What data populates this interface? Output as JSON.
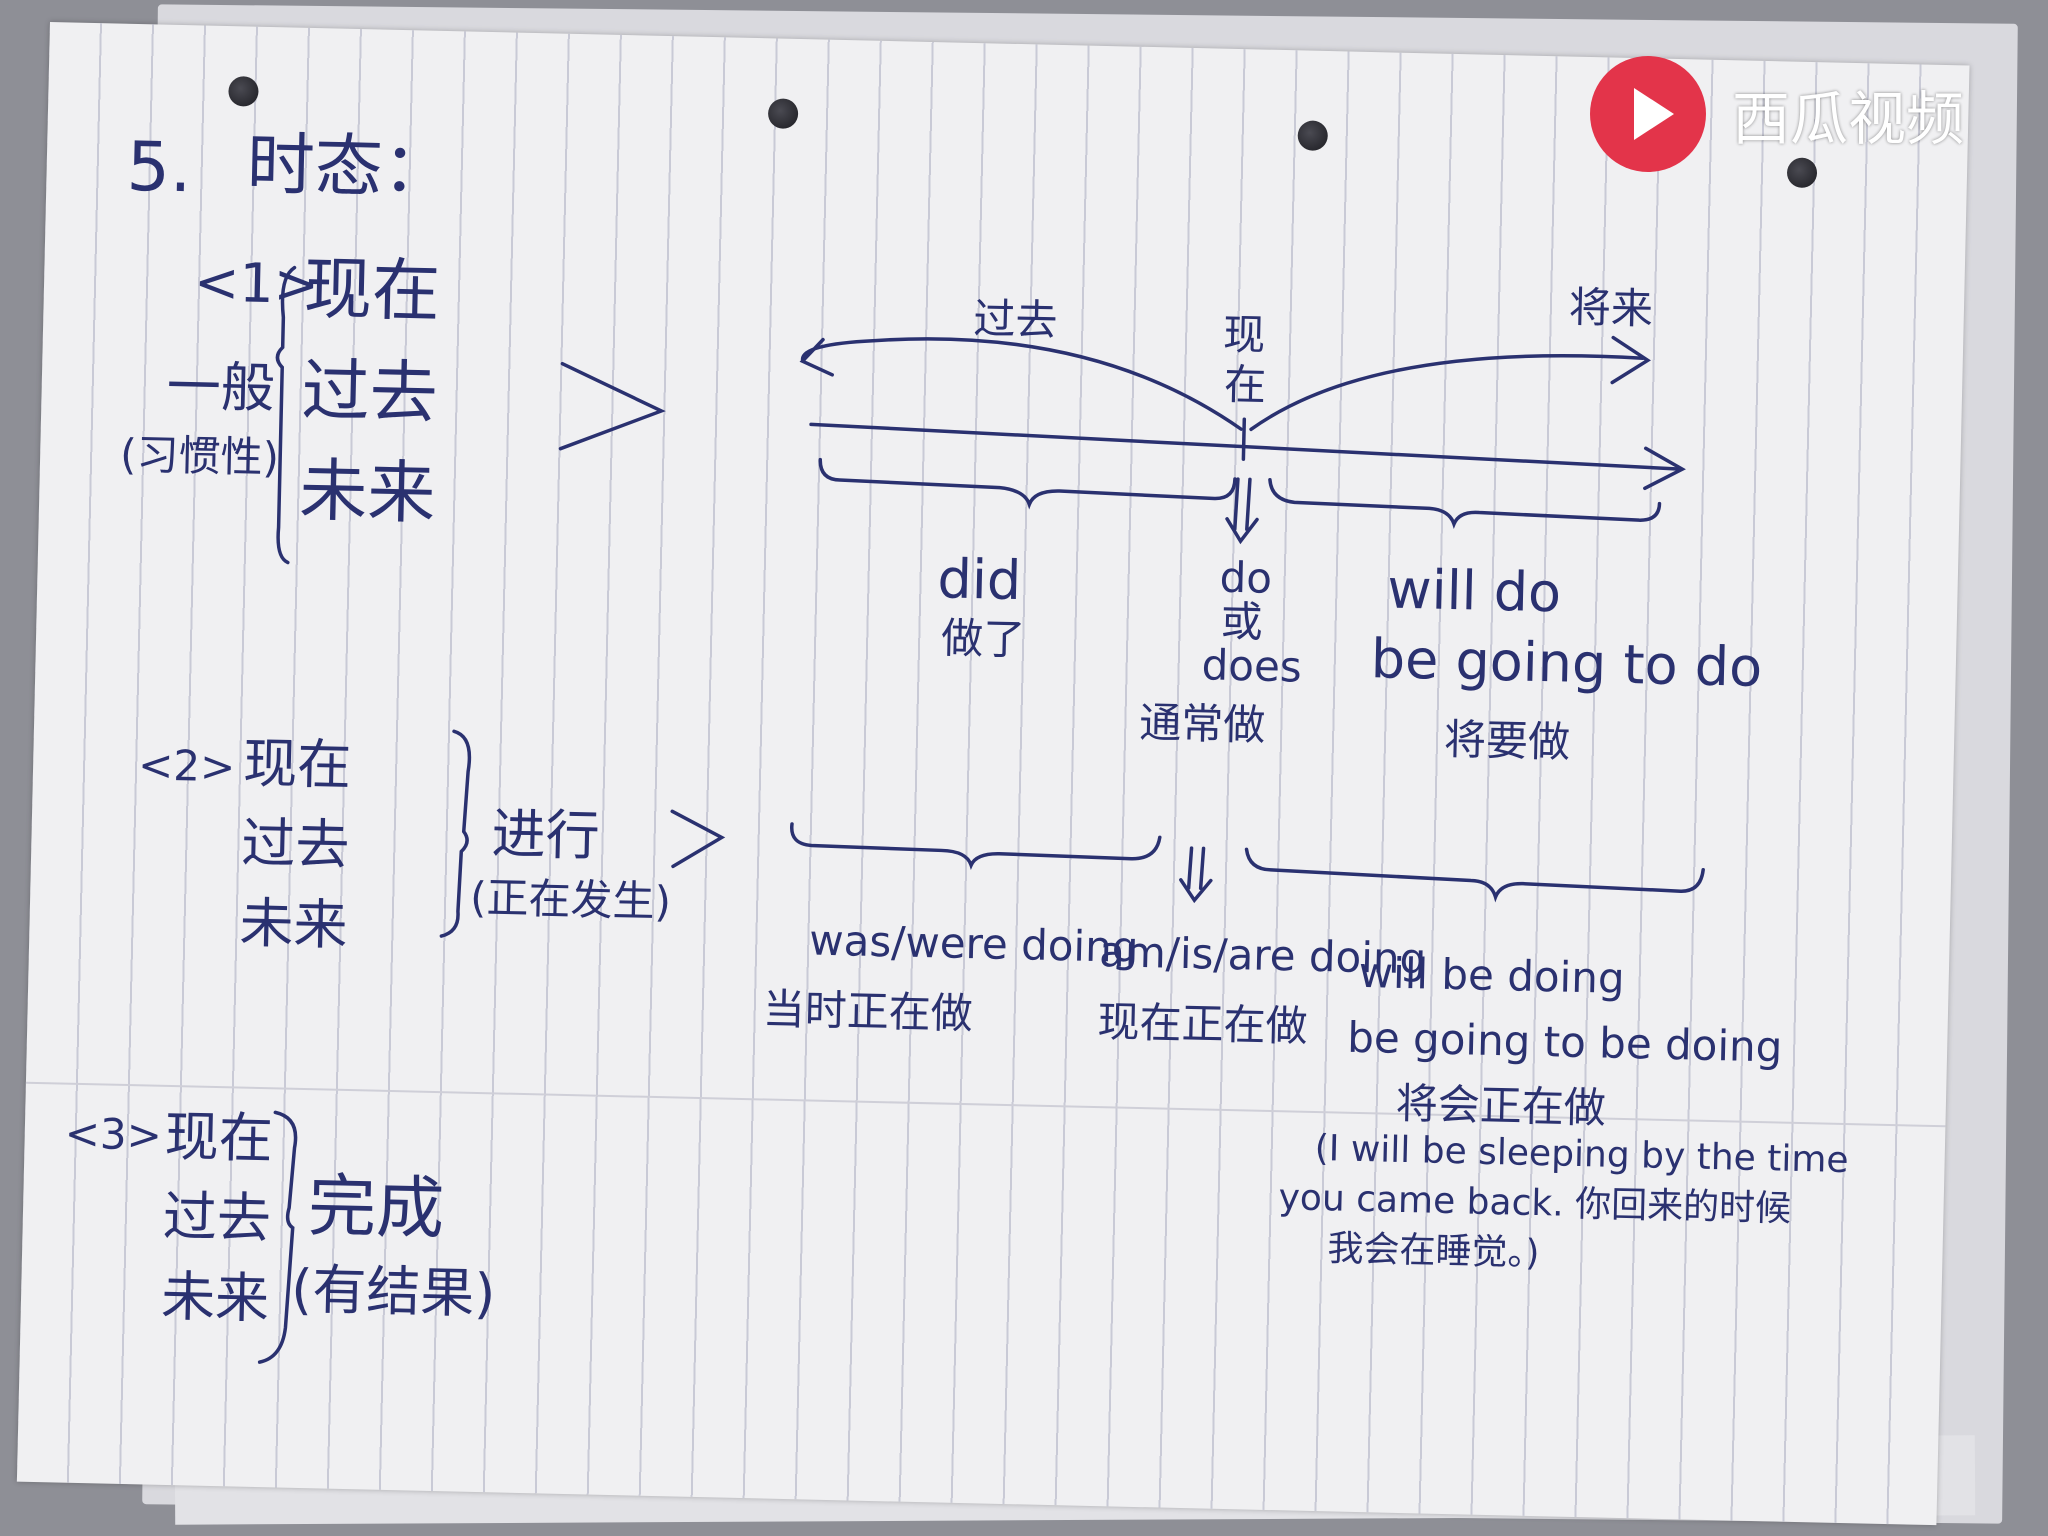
{
  "watermark": {
    "text": "西瓜视频"
  },
  "heading": {
    "number": "5.",
    "title": "时态："
  },
  "section1": {
    "marker": "<1>",
    "label": "一般",
    "sublabel": "(习惯性)",
    "items": [
      "现在",
      "过去",
      "未来"
    ],
    "timeline": {
      "past_label": "过去",
      "now_label_top": "现",
      "now_label_bottom": "在",
      "future_label": "将来",
      "past_form": "did",
      "past_meaning": "做了",
      "present_form_1": "do",
      "present_form_or": "或",
      "present_form_2": "does",
      "present_meaning": "通常做",
      "future_form_1": "will do",
      "future_form_2": "be going to do",
      "future_meaning": "将要做"
    }
  },
  "section2": {
    "marker": "<2>",
    "items": [
      "现在",
      "过去",
      "未来"
    ],
    "label": "进行",
    "sublabel": "(正在发生)",
    "past_form": "was/were doing",
    "past_meaning": "当时正在做",
    "present_form": "am/is/are doing",
    "present_meaning": "现在正在做",
    "future_form_1": "will be doing",
    "future_form_2": "be going to be doing",
    "future_meaning": "将会正在做",
    "example_1": "(I will be sleeping by the time",
    "example_2": "you came back. 你回来的时候",
    "example_3": "我会在睡觉。)"
  },
  "section3": {
    "marker": "<3>",
    "items": [
      "现在",
      "过去",
      "未来"
    ],
    "label": "完成",
    "sublabel": "(有结果)"
  }
}
